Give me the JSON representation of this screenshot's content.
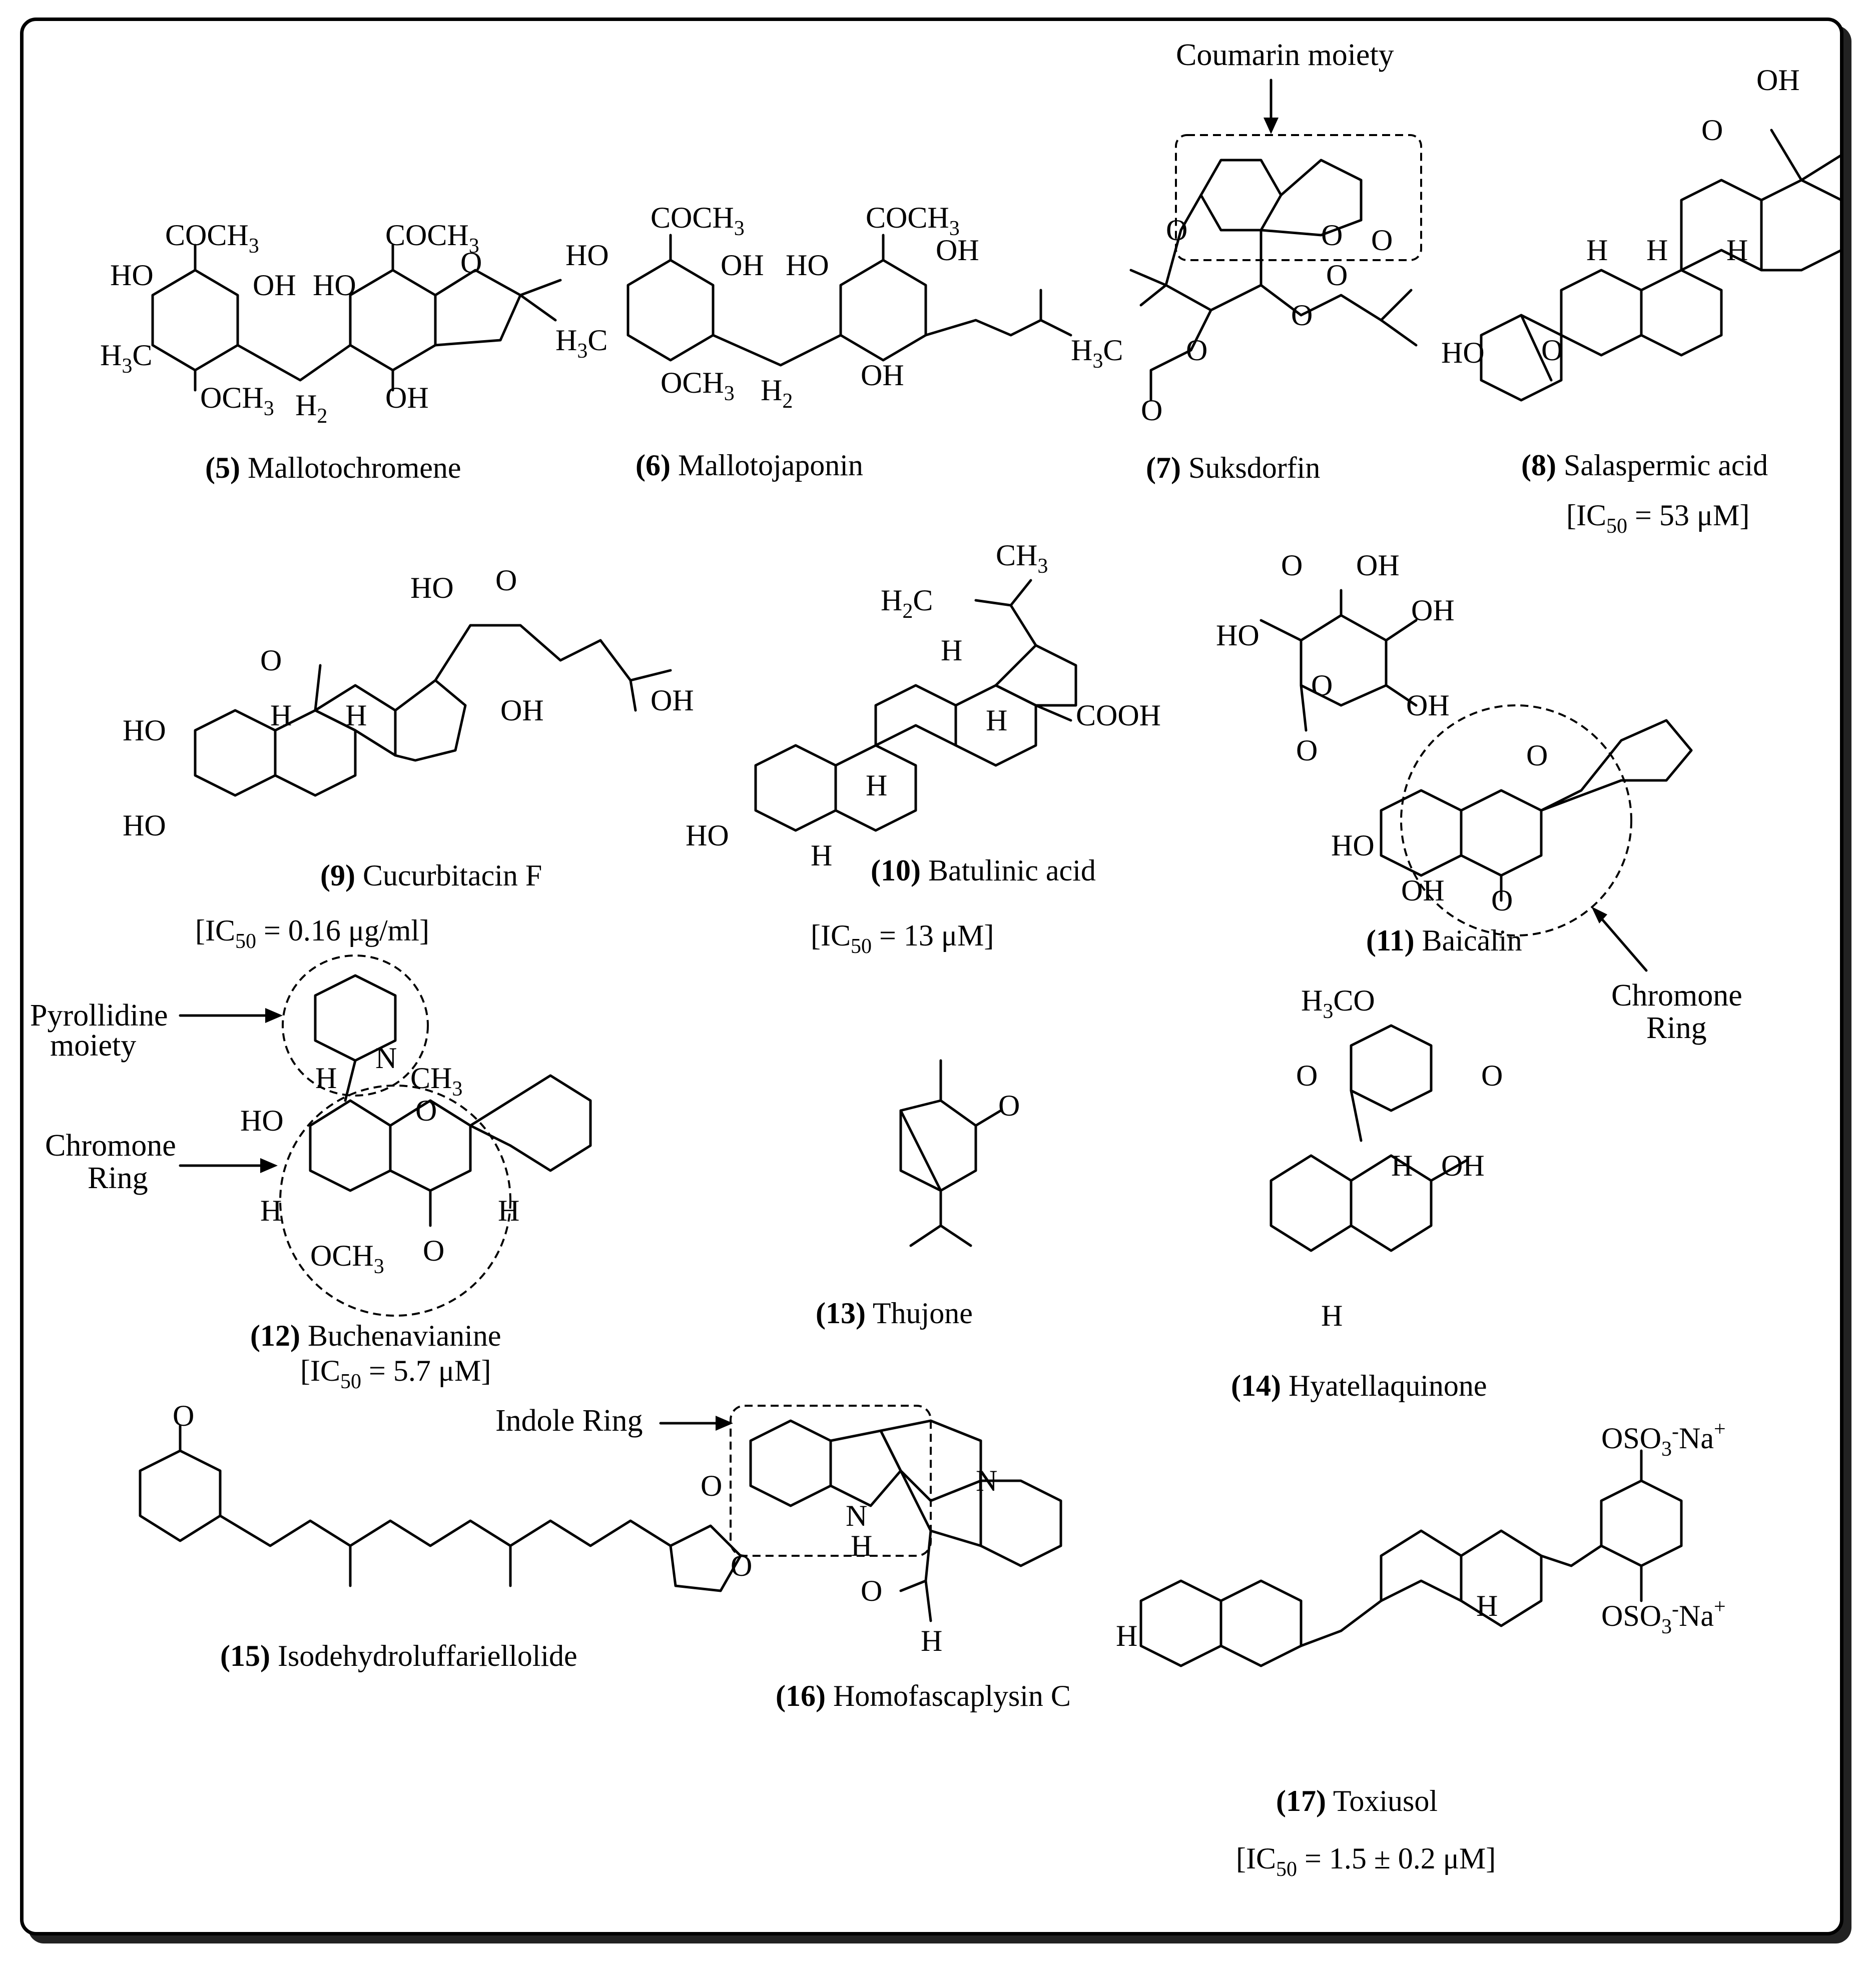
{
  "compounds": [
    {
      "num": "(5)",
      "name": "Mallotochromene",
      "ic50": ""
    },
    {
      "num": "(6)",
      "name": "Mallotojaponin",
      "ic50": ""
    },
    {
      "num": "(7)",
      "name": "Suksdorfin",
      "ic50": ""
    },
    {
      "num": "(8)",
      "name": "Salaspermic acid",
      "ic50_prefix": "[IC",
      "ic50_sub": "50",
      "ic50_rest": " = 53 μM]"
    },
    {
      "num": "(9)",
      "name": "Cucurbitacin F",
      "ic50_prefix": "[IC",
      "ic50_sub": "50",
      "ic50_rest": " = 0.16 μg/ml]"
    },
    {
      "num": "(10)",
      "name": "Batulinic acid",
      "ic50_prefix": "[IC",
      "ic50_sub": "50",
      "ic50_rest": " = 13 μM]"
    },
    {
      "num": "(11)",
      "name": "Baicalin",
      "ic50": ""
    },
    {
      "num": "(12)",
      "name": "Buchenavianine",
      "ic50_prefix": "[IC",
      "ic50_sub": "50",
      "ic50_rest": " = 5.7 μM]"
    },
    {
      "num": "(13)",
      "name": "Thujone",
      "ic50": ""
    },
    {
      "num": "(14)",
      "name": "Hyatellaquinone",
      "ic50": ""
    },
    {
      "num": "(15)",
      "name": "Isodehydroluffariellolide",
      "ic50": ""
    },
    {
      "num": "(16)",
      "name": "Homofascaplysin C",
      "ic50": ""
    },
    {
      "num": "(17)",
      "name": "Toxiusol",
      "ic50_prefix": "[IC",
      "ic50_sub": "50",
      "ic50_rest": " = 1.5 ± 0.2 μM]"
    }
  ],
  "annotations": {
    "coumarin": "Coumarin moiety",
    "chromone_11_a": "Chromone",
    "chromone_11_b": "Ring",
    "pyrollidine_a": "Pyrollidine",
    "pyrollidine_b": "moiety",
    "chromone_12_a": "Chromone",
    "chromone_12_b": "Ring",
    "indole": "Indole Ring"
  },
  "atoms": {
    "acetyl": "COCH",
    "sub3": "3",
    "oh": "OH",
    "ho": "HO",
    "h3c": "H",
    "c": "C",
    "och": "OCH",
    "h": "H",
    "sub2": "2",
    "o": "O",
    "cooh": "COOH",
    "ch": "CH",
    "n": "N",
    "h3co": "CO",
    "oso3na": "OSO",
    "na": "Na",
    "sup_minus": "-",
    "sup_plus": "+"
  }
}
